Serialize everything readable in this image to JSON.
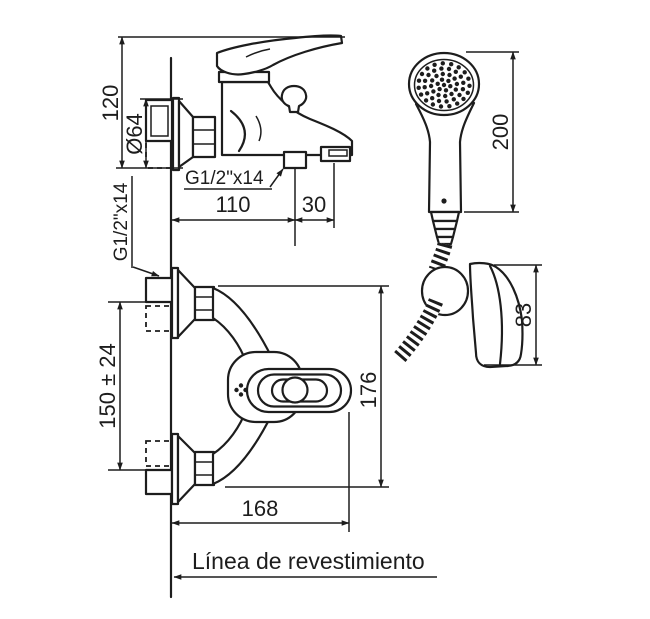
{
  "drawing": {
    "labels": {
      "dim_height": "120",
      "dim_diameter": "Ø64",
      "thread_side": "G1/2\"x14",
      "thread_front": "G1/2\"x14",
      "dim_spout_reach": "110",
      "dim_spout_offset": "30",
      "dim_shower_length": "200",
      "dim_bracket_height": "83",
      "dim_inlet_spacing": "150 ± 24",
      "dim_body_height": "176",
      "dim_body_width": "168",
      "wall_reference": "Línea de revestimiento"
    },
    "colors": {
      "line": "#1d1d1d",
      "background": "#ffffff"
    }
  }
}
